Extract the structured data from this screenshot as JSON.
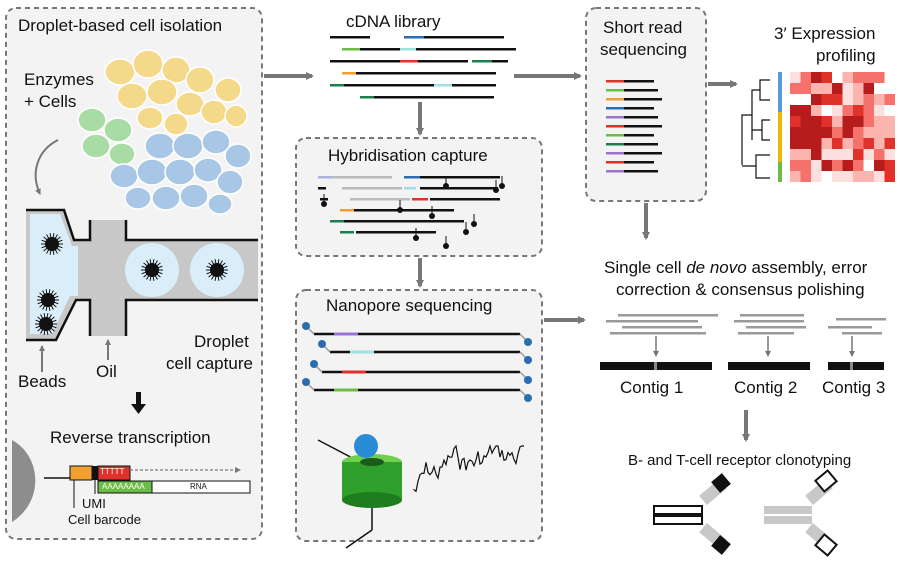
{
  "droplet_panel": {
    "title": "Droplet-based cell isolation",
    "enzymes_cells": [
      "Enzymes",
      "+ Cells"
    ],
    "droplet_capture": [
      "Droplet",
      "cell capture"
    ],
    "beads": "Beads",
    "oil": "Oil",
    "reverse_transcription": "Reverse transcription",
    "umi": "UMI",
    "cell_barcode": "Cell barcode",
    "poly_a": "AAAAAAAA",
    "poly_t": "TTTTT",
    "rna": "RNA"
  },
  "cdna": {
    "title": "cDNA library"
  },
  "hybrid": {
    "title": "Hybridisation capture"
  },
  "nanopore": {
    "title": "Nanopore sequencing"
  },
  "short_read": {
    "title": [
      "Short read",
      "sequencing"
    ]
  },
  "expression": {
    "title": [
      "3′ Expression",
      "profiling"
    ]
  },
  "assembly": {
    "title_line1_pre": "Single cell ",
    "title_line1_em": "de novo",
    "title_line1_post": " assembly, error",
    "title_line2": "correction & consensus polishing",
    "contigs": [
      "Contig 1",
      "Contig 2",
      "Contig 3"
    ]
  },
  "clonotyping": {
    "title": "B- and T-cell receptor clonotyping"
  },
  "colors": {
    "panel_bg": "#f3f3f3",
    "panel_border": "#777777",
    "arrow": "#777777",
    "cell_yellow": "#f5d98a",
    "cell_green": "#a9dba5",
    "cell_blue": "#a8c7e6",
    "droplet": "#d9eef8",
    "channel": "#c8c8c8",
    "barcode_orange": "#f0a030",
    "poly_green": "#6cbd45",
    "poly_red": "#e0312b",
    "heat_red": "#d7191c",
    "tag_blue": "#2a6db0",
    "tag_yellow": "#f2b705"
  }
}
